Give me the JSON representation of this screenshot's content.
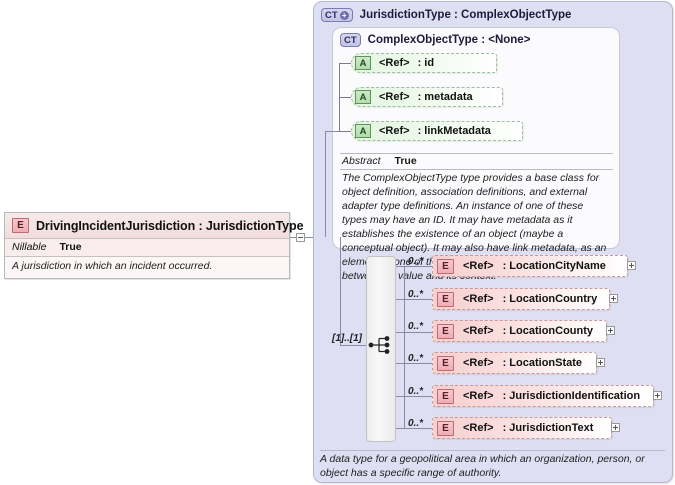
{
  "element_box": {
    "icon": "element-badge-E",
    "title": "DrivingIncidentJurisdiction : JurisdictionType",
    "property_key": "Nillable",
    "property_value": "True",
    "documentation": "A jurisdiction in which an incident occurred."
  },
  "connector": {
    "toggle": "minus"
  },
  "complex_type_outer": {
    "icon": "complextype-badge-CT",
    "toggle": "plus",
    "title": "JurisdictionType : ComplexObjectType",
    "documentation": "A data type for a geopolitical area in which an organization, person, or object has a specific range of authority."
  },
  "complex_type_inner": {
    "icon": "complextype-badge-CT",
    "title": "ComplexObjectType : <None>",
    "attributes": [
      {
        "icon": "attribute-badge-A",
        "ref": "<Ref>",
        "name": ": id"
      },
      {
        "icon": "attribute-badge-A",
        "ref": "<Ref>",
        "name": ": metadata"
      },
      {
        "icon": "attribute-badge-A",
        "ref": "<Ref>",
        "name": ": linkMetadata"
      }
    ],
    "property_key": "Abstract",
    "property_value": "True",
    "documentation": "The ComplexObjectType type provides a base class for object definition, association definitions, and external adapter type definitions. An instance of one of these types may have an ID. It may have metadata as it establishes the existence of an object (maybe a conceptual object). It may also have link metadata, as an element of one of these types establishes a relationship between its value and its context."
  },
  "sequence": {
    "icon": "sequence-compositor-icon",
    "cardinality": "[1]..[1]"
  },
  "elements": [
    {
      "icon": "element-badge-E",
      "cardinality": "0..*",
      "ref": "<Ref>",
      "name": ": LocationCityName",
      "toggle": "plus"
    },
    {
      "icon": "element-badge-E",
      "cardinality": "0..*",
      "ref": "<Ref>",
      "name": ": LocationCountry",
      "toggle": "plus"
    },
    {
      "icon": "element-badge-E",
      "cardinality": "0..*",
      "ref": "<Ref>",
      "name": ": LocationCounty",
      "toggle": "plus"
    },
    {
      "icon": "element-badge-E",
      "cardinality": "0..*",
      "ref": "<Ref>",
      "name": ": LocationState",
      "toggle": "plus"
    },
    {
      "icon": "element-badge-E",
      "cardinality": "0..*",
      "ref": "<Ref>",
      "name": ": JurisdictionIdentification",
      "toggle": "plus"
    },
    {
      "icon": "element-badge-E",
      "cardinality": "0..*",
      "ref": "<Ref>",
      "name": ": JurisdictionText",
      "toggle": "plus"
    }
  ],
  "colors": {
    "panel_background": "#dfdff3",
    "element_fill": "#f6cfcf",
    "attribute_fill": "#e3f5e0",
    "connector_line": "#8a8aa8"
  }
}
